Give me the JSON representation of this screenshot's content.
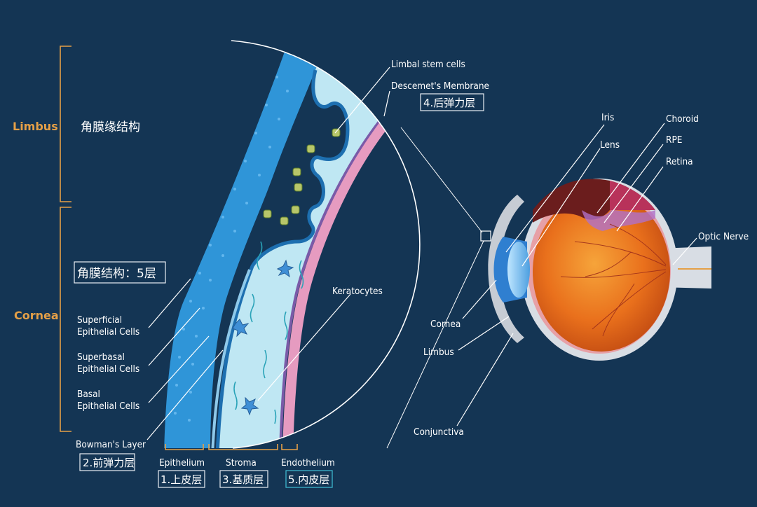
{
  "regions": {
    "limbus": "Limbus",
    "cornea": "Cornea",
    "limbus_cn": "角膜缘结构",
    "cornea_layers_cn": "角膜结构：5层"
  },
  "cell_labels": {
    "superficial": [
      "Superficial",
      "Epithelial Cells"
    ],
    "superbasal": [
      "Superbasal",
      "Epithelial Cells"
    ],
    "basal": [
      "Basal",
      "Epithelial Cells"
    ],
    "bowman": "Bowman's Layer",
    "bowman_cn": "2.前弹力层",
    "keratocytes": "Keratocytes",
    "limbal_stem": "Limbal stem cells",
    "descemet": "Descemet's Membrane",
    "descemet_cn": "4.后弹力层"
  },
  "layers": [
    {
      "en": "Epithelium",
      "cn": "1.上皮层"
    },
    {
      "en": "Stroma",
      "cn": "3.基质层"
    },
    {
      "en": "Endothelium",
      "cn": "5.内皮层"
    }
  ],
  "eye_labels": {
    "iris": "Iris",
    "lens": "Lens",
    "choroid": "Choroid",
    "rpe": "RPE",
    "retina": "Retina",
    "optic_nerve": "Optic Nerve",
    "cornea": "Cornea",
    "limbus": "Limbus",
    "conjunctiva": "Conjunctiva"
  },
  "colors": {
    "background": "#143554",
    "accent": "#e5a047",
    "epithelium": "#2f95d8",
    "stroma": "#bfe7f3",
    "endothelium": "#e69bc0"
  }
}
